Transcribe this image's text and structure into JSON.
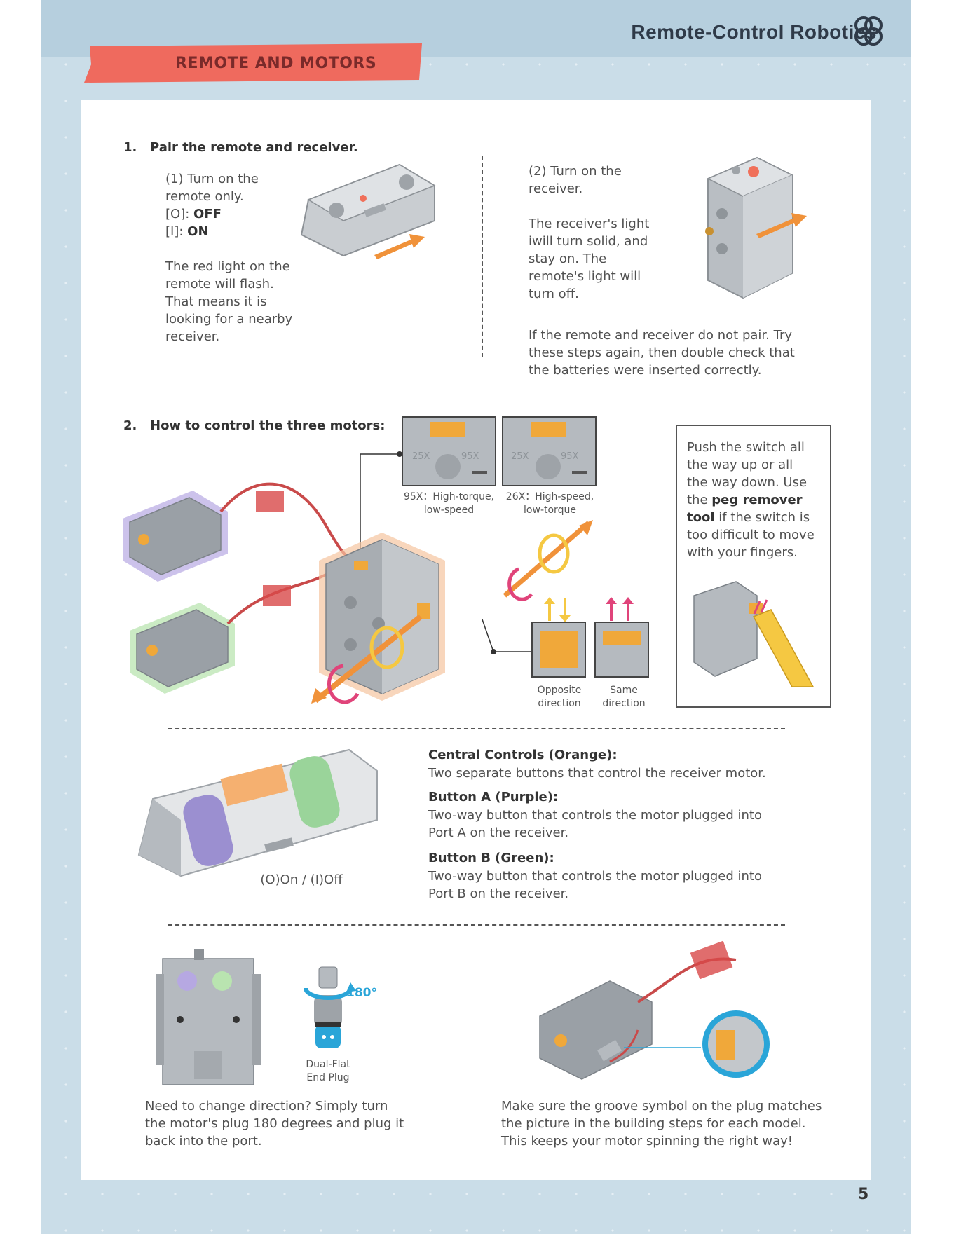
{
  "header": {
    "book_title": "Remote-Control Robotics",
    "section_title": "REMOTE AND MOTORS",
    "page_number": "5"
  },
  "step1": {
    "number": "1.",
    "heading": "Pair the remote and receiver.",
    "part1_lines": [
      "(1) Turn on the",
      "remote only."
    ],
    "off_key": "[O]",
    "off_label": "OFF",
    "on_key": "[I]",
    "on_label": "ON",
    "part1_text": "The red light on the\nremote will flash.\nThat means it is\nlooking for a nearby\nreceiver.",
    "part2_text": "(2) Turn on the\nreceiver.",
    "part2_text_b": "The receiver's light\niwill turn solid, and\nstay on. The\nremote's light will\nturn off.",
    "trouble_text": "If the remote and receiver do not pair. Try\nthese steps again, then double check that\nthe batteries were inserted correctly."
  },
  "step2": {
    "number": "2.",
    "heading": "How to control the three motors:",
    "gear_label_left": "25X",
    "gear_label_right": "95X",
    "cap_95x": "95X：High-torque,\nlow-speed",
    "cap_26x": "26X：High-speed,\nlow-torque",
    "cap_opposite": "Opposite\ndirection",
    "cap_same": "Same\ndirection",
    "tip_pre": "Push the switch all\nthe way up or all\nthe way down. Use\nthe ",
    "tip_bold1": "peg remover",
    "tip_bold2": "tool",
    "tip_post": " if the switch is\ntoo difficult to move\nwith your fingers."
  },
  "controls": {
    "central_heading": "Central Controls (Orange):",
    "central_text": "Two separate buttons that control the receiver motor.",
    "button_a_heading": "Button A (Purple):",
    "button_a_text": "Two-way button that controls the motor plugged into\nPort A on the receiver.",
    "button_b_heading": "Button B (Green):",
    "button_b_text": "Two-way button that controls the motor plugged into\nPort B on the receiver.",
    "switch_caption": "(O)On / (I)Off"
  },
  "plugs": {
    "rotation_label": "180°",
    "plug_caption": "Dual-Flat\nEnd Plug",
    "direction_text": "Need to change direction? Simply turn\nthe motor's plug 180 degrees and plug it\nback into the port.",
    "groove_text": "Make sure the groove symbol on the plug matches\nthe picture in the building steps for each model.\nThis keeps your motor spinning the right way!"
  },
  "colors": {
    "ribbon": "#ef6a5e",
    "arrow_orange": "#f0923a",
    "purple": "#9b8fd0",
    "green": "#9ad49a",
    "pink": "#e0447a",
    "yellow": "#f5c842",
    "blue": "#2aa5d8"
  }
}
